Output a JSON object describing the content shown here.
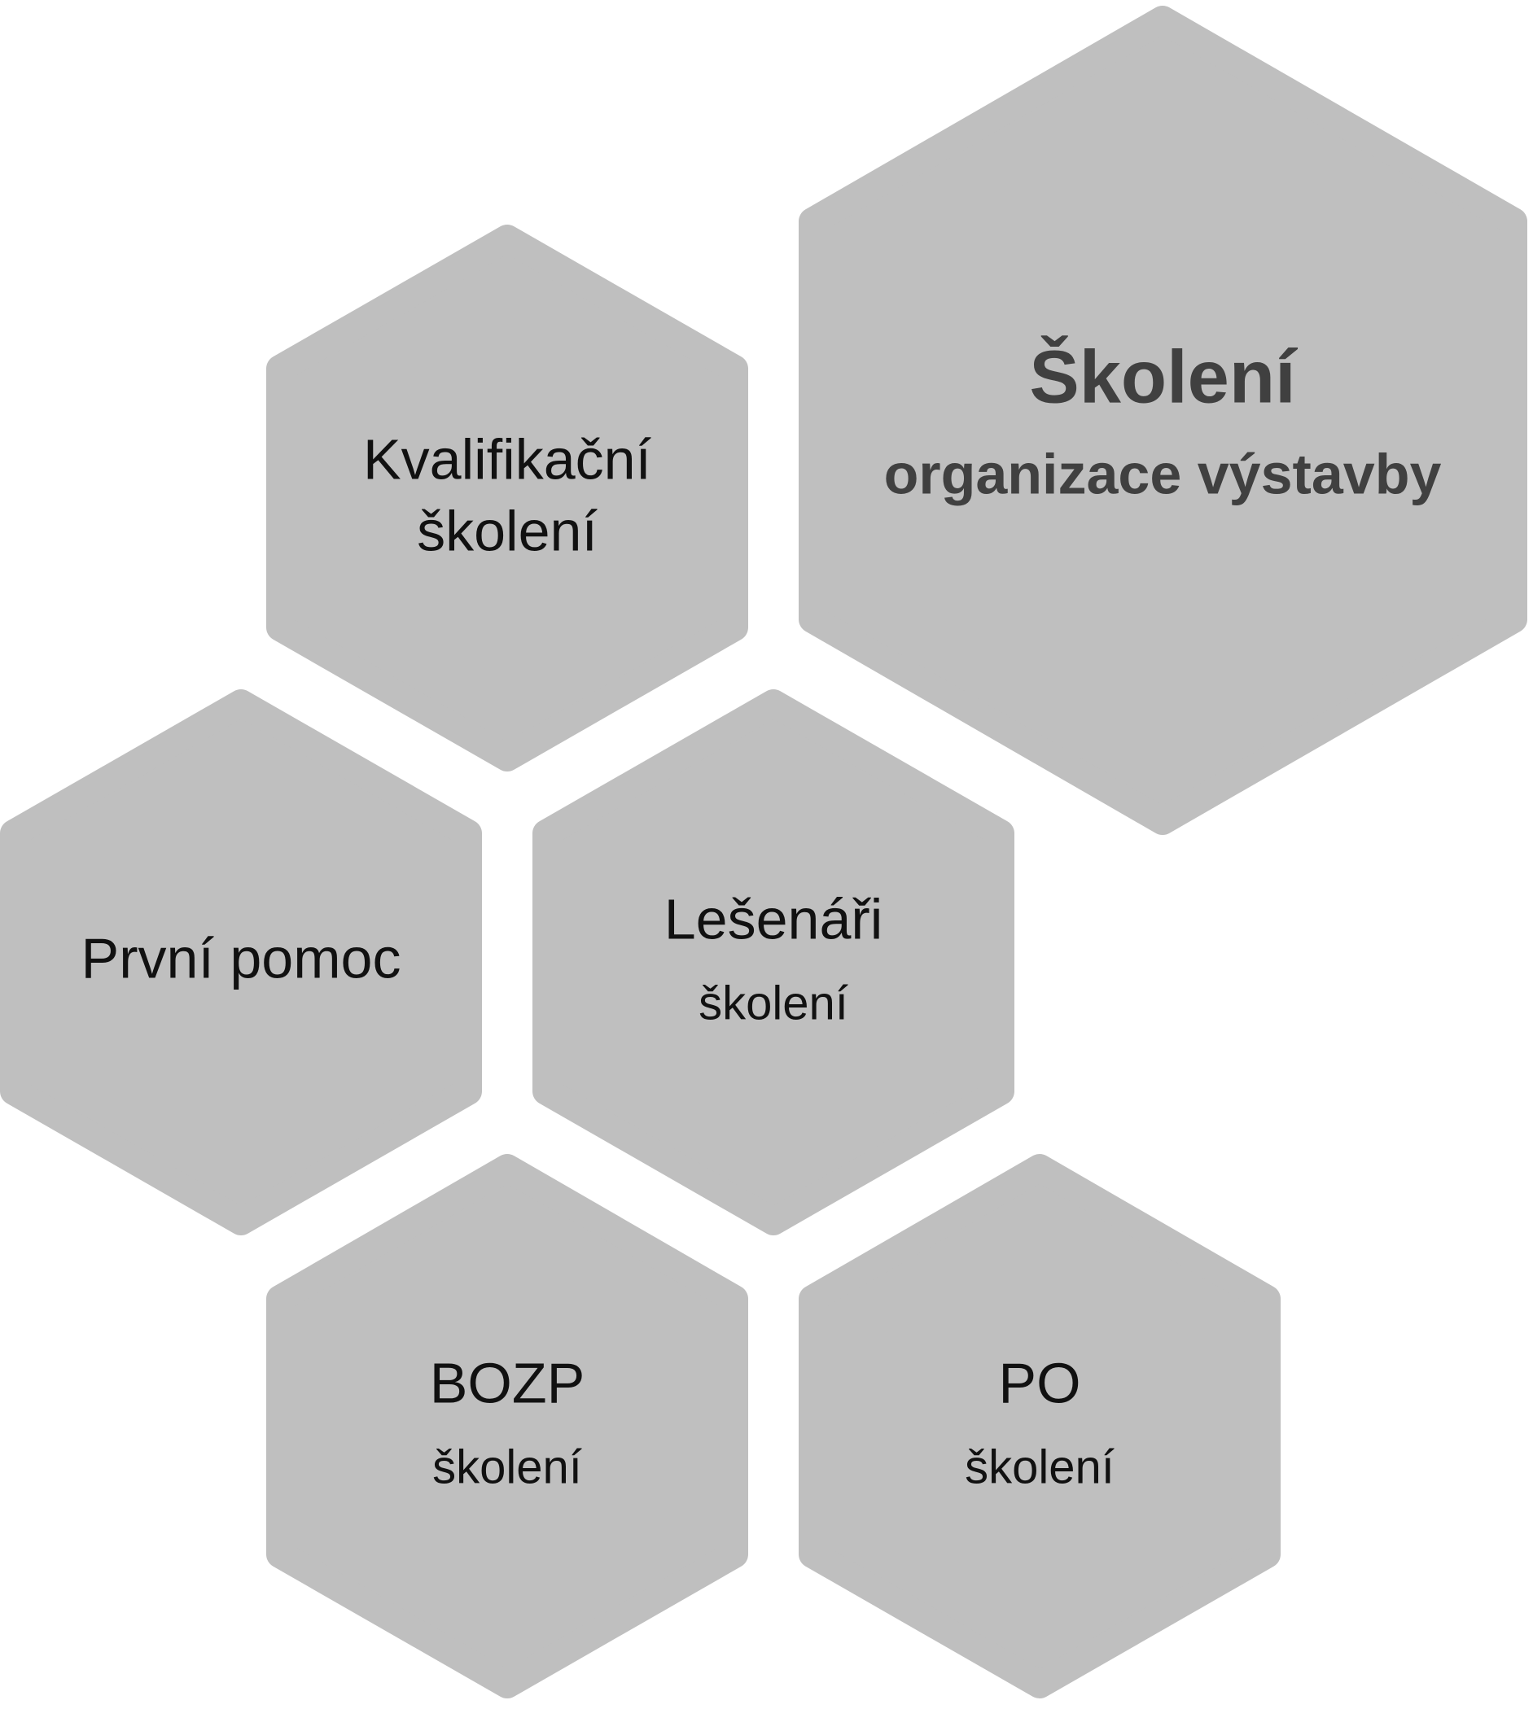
{
  "colors": {
    "hexagon": "#bfbfbf",
    "text": "#111111",
    "title_text": "#404040"
  },
  "main": {
    "title": "Školení",
    "subtitle": "organizace výstavby"
  },
  "cells": {
    "kvalifikacni": {
      "line1": "Kvalifikační",
      "line2": "školení"
    },
    "prvni_pomoc": {
      "line1": "První pomoc"
    },
    "lesenari": {
      "line1": "Lešenáři",
      "line2": "školení"
    },
    "bozp": {
      "line1": "BOZP",
      "line2": "školení"
    },
    "po": {
      "line1": "PO",
      "line2": "školení"
    }
  }
}
